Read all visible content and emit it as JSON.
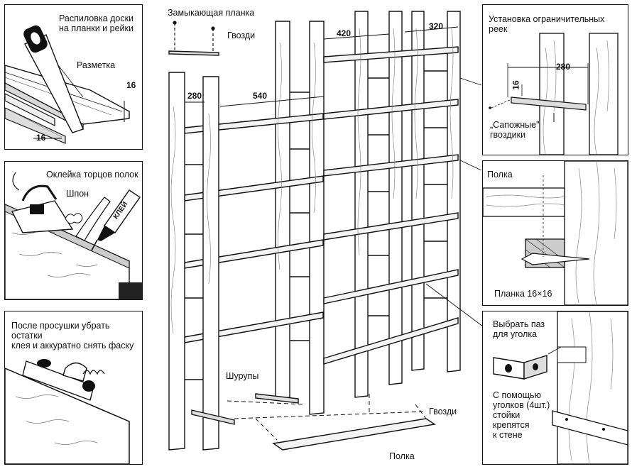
{
  "panel_saw": {
    "title": "Распиловка доски\nна планки и рейки",
    "marking": "Разметка",
    "dim_16a": "16",
    "dim_16b": "16"
  },
  "panel_glue": {
    "title": "Оклейка торцов полок",
    "veneer": "Шпон",
    "glue_brand": "КЛЕЙ"
  },
  "panel_plane": {
    "title": "После просушки убрать остатки\nклея и аккуратно снять фаску"
  },
  "center": {
    "closing_strip": "Замыкающая планка",
    "nails_top": "Гвозди",
    "screws": "Шурупы",
    "nails_bottom": "Гвозди",
    "shelf": "Полка",
    "dim_280": "280",
    "dim_540": "540",
    "dim_420": "420",
    "dim_320": "320"
  },
  "panel_limit": {
    "title": "Установка ограничительных\nреек",
    "dim_280": "280",
    "dim_16": "16",
    "nails": "„Сапожные\"\nгвоздики"
  },
  "panel_shelf": {
    "shelf": "Полка",
    "strip": "Планка 16×16"
  },
  "panel_bracket": {
    "title": "Выбрать паз\nдля уголка",
    "note": "С помощью\nуголков (4шт.)\nстойки\nкрепятся\nк стене"
  }
}
